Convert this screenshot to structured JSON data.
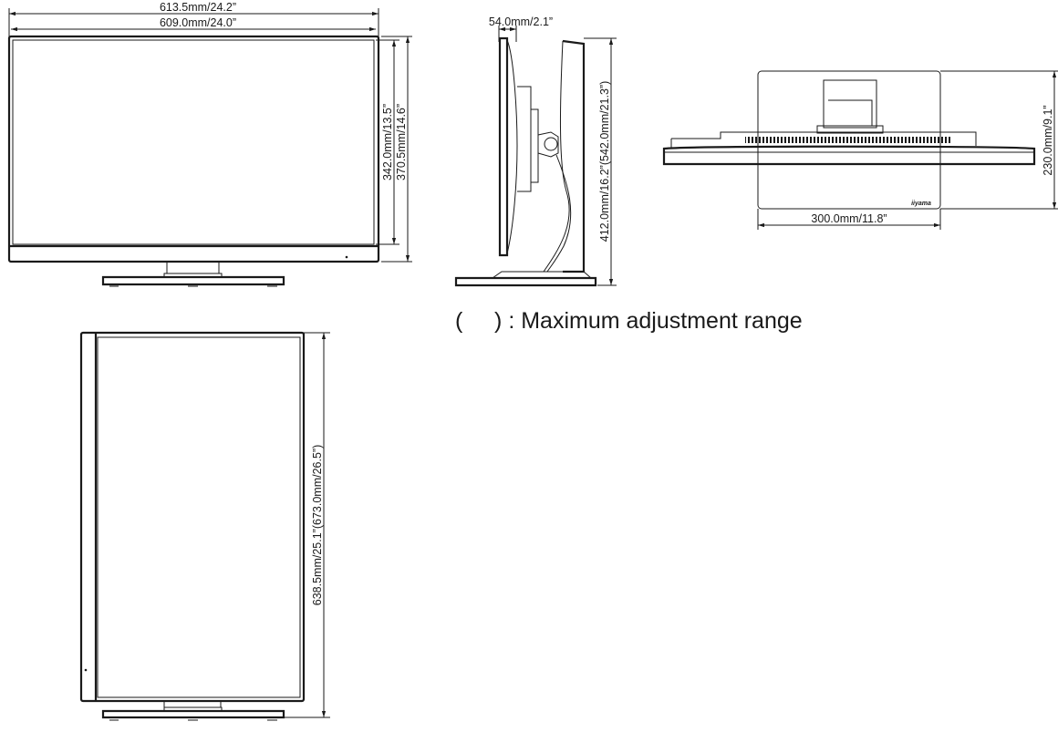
{
  "front_view": {
    "overall_width": "613.5mm/24.2”",
    "screen_width": "609.0mm/24.0”",
    "screen_height": "342.0mm/13.5”",
    "overall_height": "370.5mm/14.6”"
  },
  "side_view": {
    "depth_panel": "54.0mm/2.1”",
    "height": "412.0mm/16.2”(542.0mm/21.3”)"
  },
  "top_view": {
    "stand_depth": "230.0mm/9.1”",
    "stand_width": "300.0mm/11.8”",
    "brand_logo": "iiyama"
  },
  "legend": {
    "text": "(     ) : Maximum adjustment range"
  },
  "portrait_view": {
    "height": "638.5mm/25.1”(673.0mm/26.5”)"
  }
}
